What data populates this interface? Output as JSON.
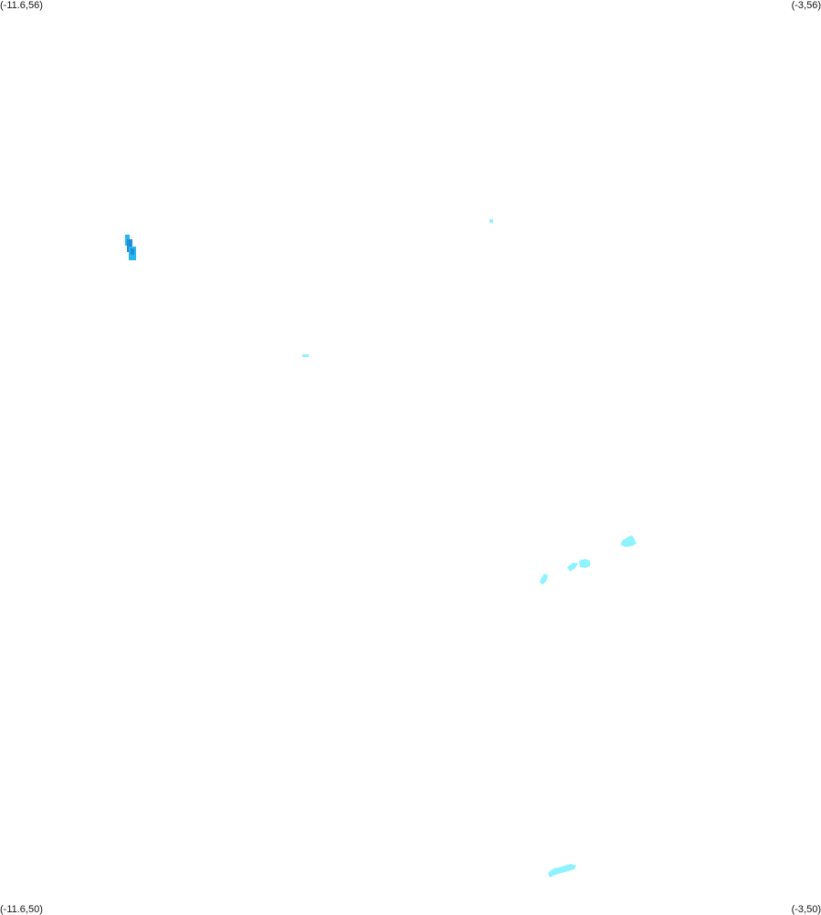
{
  "corners": {
    "top_left": "(-11.6,56)",
    "top_right": "(-3,56)",
    "bottom_left": "(-11.6,50)",
    "bottom_right": "(-3,50)"
  },
  "colors": {
    "background": "#ffffff",
    "feature_light": "#8ff3ff",
    "feature_medium": "#29b6f0",
    "feature_dark": "#1e90d8"
  }
}
